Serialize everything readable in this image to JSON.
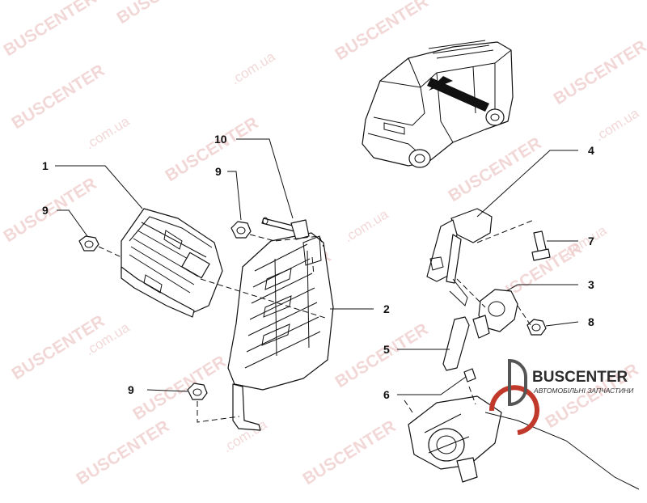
{
  "diagram": {
    "callouts": [
      {
        "id": "c1",
        "text": "1"
      },
      {
        "id": "c2",
        "text": "2"
      },
      {
        "id": "c3",
        "text": "3"
      },
      {
        "id": "c4",
        "text": "4"
      },
      {
        "id": "c5",
        "text": "5"
      },
      {
        "id": "c6",
        "text": "6"
      },
      {
        "id": "c7",
        "text": "7"
      },
      {
        "id": "c8",
        "text": "8"
      },
      {
        "id": "c9a",
        "text": "9"
      },
      {
        "id": "c9b",
        "text": "9"
      },
      {
        "id": "c9c",
        "text": "9"
      },
      {
        "id": "c10",
        "text": "10"
      }
    ]
  },
  "watermark": {
    "brand": "BUSCENTER",
    "domain": ".com.ua"
  },
  "logo": {
    "name": "BUSCENTER",
    "tagline": "АВТОМОБІЛЬНІ ЗАПЧАСТИНИ",
    "accent_color": "#c0392b"
  }
}
